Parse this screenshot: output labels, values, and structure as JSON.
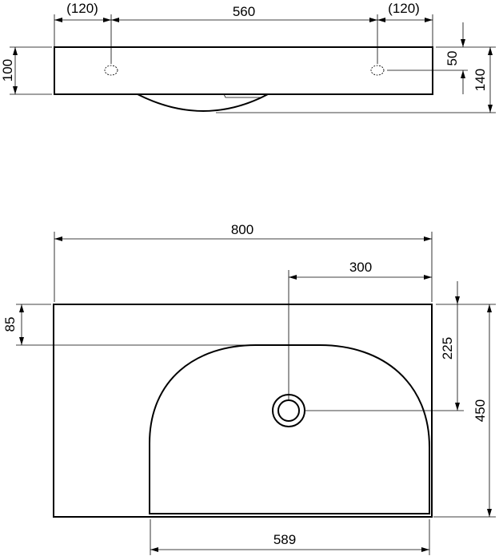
{
  "side_view": {
    "dim_left_offset": "(120)",
    "dim_hole_spacing": "560",
    "dim_right_offset": "(120)",
    "dim_height": "100",
    "dim_hole_height": "50",
    "dim_total_height": "140"
  },
  "top_view": {
    "dim_width": "800",
    "dim_drain_offset": "300",
    "dim_bowl_offset": "85",
    "dim_drain_depth": "225",
    "dim_depth": "450",
    "dim_bowl_width": "589"
  }
}
